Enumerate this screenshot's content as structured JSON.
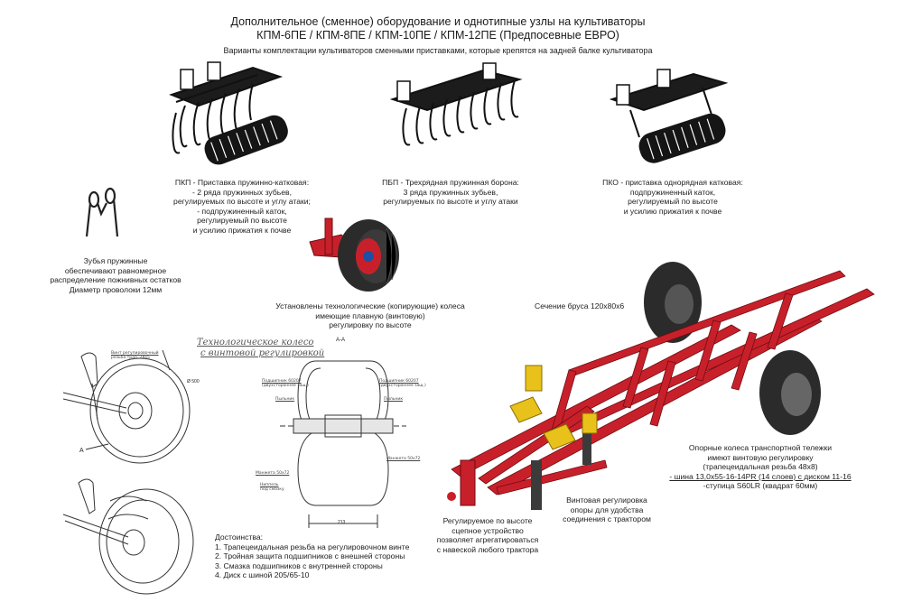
{
  "header": {
    "title_line1": "Дополнительное (сменное) оборудование и однотипные узлы на культиваторы",
    "title_line2": "КПМ-6ПЕ / КПМ-8ПЕ / КПМ-10ПЕ / КПМ-12ПЕ (Предпосевные ЕВРО)",
    "subtitle": "Варианты комплектации культиваторов сменными приставками, которые крепятся на задней балке культиватора"
  },
  "attachments": [
    {
      "lines": [
        "ПКП - Приставка пружинно-катковая:",
        "- 2 ряда пружинных зубьев,",
        "регулируемых по высоте и углу атаки;",
        "- подпружиненный каток,",
        "регулируемый по высоте",
        "и усилию прижатия к почве"
      ]
    },
    {
      "lines": [
        "ПБП - Трехрядная пружинная борона:",
        "3 ряда пружинных зубьев,",
        "регулируемых по высоте и углу атаки"
      ]
    },
    {
      "lines": [
        "ПКО - приставка однорядная катковая:",
        "подпружиненный каток,",
        "регулируемый по высоте",
        "и усилию прижатия к почве"
      ]
    }
  ],
  "teeth_note": {
    "lines": [
      "Зубья пружинные",
      "обеспечивают равномерное",
      "распределение пожнивных остатков",
      "Диаметр проволоки 12мм"
    ]
  },
  "wheel_note": {
    "lines": [
      "Установлены технологические (копирующие) колеса",
      "имеющие плавную (винтовую)",
      "регулировку по высоте"
    ]
  },
  "beam_note": "Сечение бруса 120х80х6",
  "drawing": {
    "title_line1": "Технологическое колесо",
    "title_line2": "с винтовой регулировкой",
    "section_label": "А-А",
    "dim_500": "Ø 500",
    "dim_213": "213",
    "dim_a": "А",
    "small_labels": {
      "screw": "Винт регулировочный",
      "screw2": "резьба трап. 28х5",
      "bearing_l": "Подшипник 60207",
      "bearing_l2": "(двухстороннее защ.)",
      "bearing_r": "Подшипник 60207",
      "bearing_r2": "(двухстороннее защ.)",
      "oiler_l": "Пыльник",
      "oiler_r": "Пыльник",
      "cuff_l": "Манжета 50х72",
      "cuff_r": "Манжета 50х72",
      "grease": "Ниппель",
      "grease2": "под смазку"
    }
  },
  "advantages": {
    "title": "Достоинства:",
    "items": [
      "1. Трапецеидальная резьба на регулировочном винте",
      "2. Тройная защита подшипников с внешней стороны",
      "3. Смазка подшипников с внутренней стороны",
      "4. Диск с шиной 205/65-10"
    ]
  },
  "hitch_note": {
    "lines": [
      "Регулируемое по высоте",
      "сцепное устройство",
      "позволяет агрегатироваться",
      "с навеской любого трактора"
    ]
  },
  "screw_support_note": {
    "lines": [
      "Винтовая регулировка",
      "опоры для удобства",
      "соединения с трактором"
    ]
  },
  "transport_wheels_note": {
    "lines": [
      "Опорные колеса транспортной тележки",
      "имеют винтовую регулировку",
      "(трапецеидальная резьба 48х8)"
    ],
    "tyre_line": "- шина 13,0х55-16-14PR (14 слоев) с диском 11-16",
    "hub_line": "-ступица S60LR (квадрат 60мм)"
  },
  "colors": {
    "frame_red": "#c8202a",
    "frame_dark": "#7a0f14",
    "tyre": "#2b2b2b",
    "yellow": "#e8c21a"
  }
}
